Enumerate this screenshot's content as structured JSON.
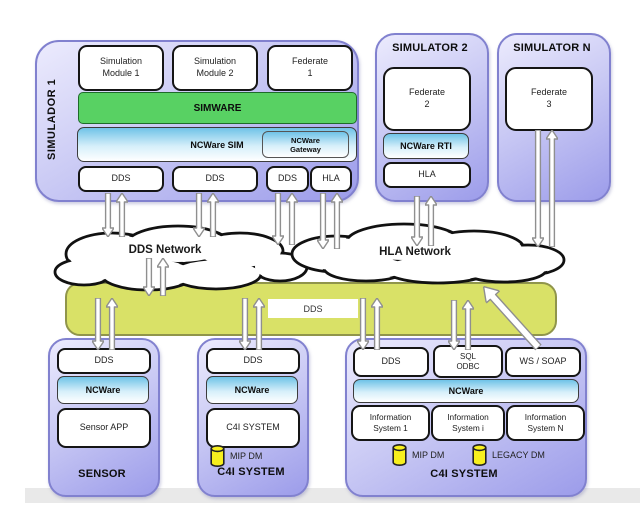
{
  "simulator1": {
    "title": "SIMULADOR 1",
    "modules": [
      "Simulation\nModule 1",
      "Simulation\nModule 2",
      "Federate\n1"
    ],
    "simware": "SIMWARE",
    "ncware_sim": "NCWare SIM",
    "ncware_gateway": "NCWare\nGateway",
    "ports": [
      "DDS",
      "DDS",
      "DDS",
      "HLA"
    ]
  },
  "simulator2": {
    "title": "SIMULATOR 2",
    "federate": "Federate\n2",
    "ncware_rti": "NCWare RTI",
    "port": "HLA"
  },
  "simulator_n": {
    "title": "SIMULATOR N",
    "federate": "Federate\n3"
  },
  "networks": {
    "dds": "DDS Network",
    "hla": "HLA Network",
    "bus_label": "DDS"
  },
  "sensor": {
    "title": "SENSOR",
    "port": "DDS",
    "middleware": "NCWare",
    "app": "Sensor APP"
  },
  "c4i_small": {
    "title": "C4I SYSTEM",
    "port": "DDS",
    "middleware": "NCWare",
    "app": "C4I SYSTEM",
    "datastore": "MIP DM"
  },
  "c4i_large": {
    "title": "C4I SYSTEM",
    "ports": [
      "DDS",
      "SQL\nODBC",
      "WS / SOAP"
    ],
    "middleware": "NCWare",
    "systems": [
      "Information\nSystem 1",
      "Information\nSystem i",
      "Information\nSystem N"
    ],
    "datastores": [
      "MIP DM",
      "LEGACY DM"
    ]
  },
  "colors": {
    "panel_purple_light": "#ecebfd",
    "panel_purple_dark": "#9c9cea",
    "panel_border": "#8181cf",
    "simware_green": "#58d163",
    "ncware_blue": "#6fc3e7",
    "bus_yellow": "#d9e167",
    "cylinder_yellow": "#f7ef1e",
    "arrow_fill": "#ffffff",
    "arrow_stroke": "#8f8f8f"
  }
}
